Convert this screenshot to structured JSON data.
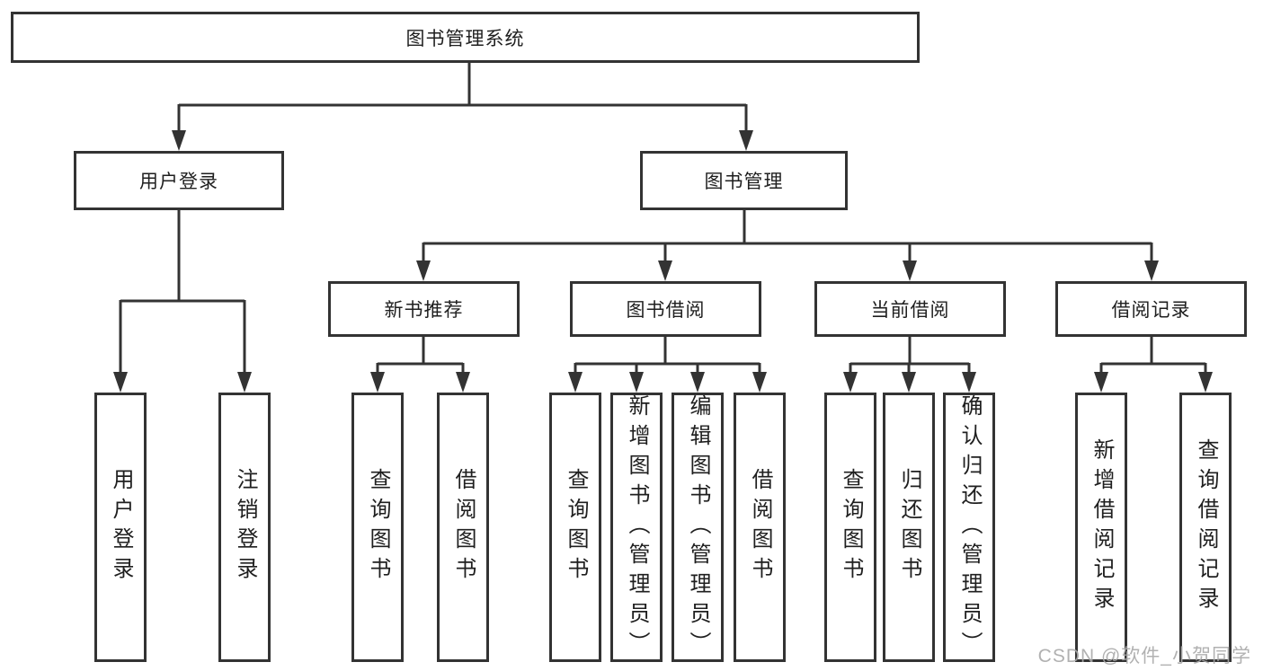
{
  "diagram": {
    "root": {
      "label": "图书管理系统"
    },
    "branches": [
      {
        "label": "用户登录",
        "children": [
          {
            "label": "用户登录"
          },
          {
            "label": "注销登录"
          }
        ]
      },
      {
        "label": "图书管理",
        "children": [
          {
            "label": "新书推荐",
            "children": [
              {
                "label": "查询图书"
              },
              {
                "label": "借阅图书"
              }
            ]
          },
          {
            "label": "图书借阅",
            "children": [
              {
                "label": "查询图书"
              },
              {
                "label": "新增图书（管理员）"
              },
              {
                "label": "编辑图书（管理员）"
              },
              {
                "label": "借阅图书"
              }
            ]
          },
          {
            "label": "当前借阅",
            "children": [
              {
                "label": "查询图书"
              },
              {
                "label": "归还图书"
              },
              {
                "label": "确认归还（管理员）"
              }
            ]
          },
          {
            "label": "借阅记录",
            "children": [
              {
                "label": "新增借阅记录"
              },
              {
                "label": "查询借阅记录"
              }
            ]
          }
        ]
      }
    ]
  },
  "watermark": {
    "text": "CSDN @软件_小贺同学"
  },
  "colors": {
    "line": "#333333",
    "text": "#1f1f1f",
    "background": "#ffffff",
    "watermark": "#a9a9a9"
  }
}
